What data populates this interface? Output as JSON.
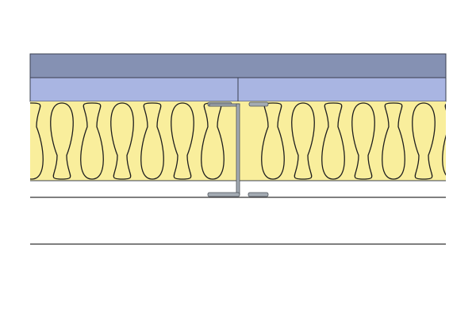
{
  "diagram": {
    "type": "construction-section",
    "layers": [
      {
        "name": "top-board",
        "color": "#8591b3"
      },
      {
        "name": "sheathing-board",
        "color": "#a9b5e2"
      },
      {
        "name": "insulation",
        "color": "#f9ee9c"
      },
      {
        "name": "steel-joist",
        "color": "#a3abb3"
      }
    ],
    "outline_color": "#2a2f3a"
  }
}
